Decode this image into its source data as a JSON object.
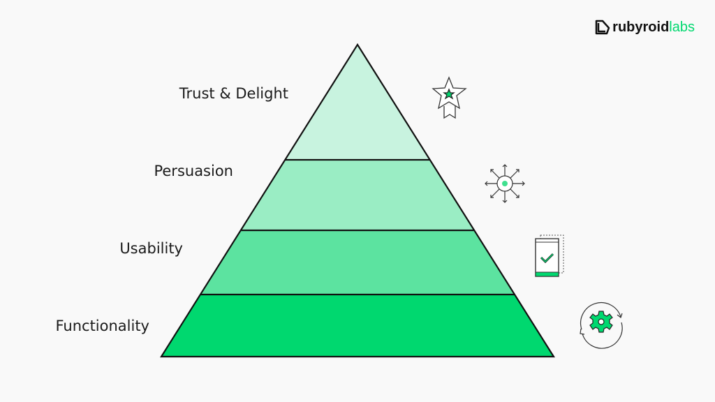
{
  "brand": {
    "name_part1": "rubyroid",
    "name_part2": "labs",
    "accent": "#00d86f"
  },
  "pyramid": {
    "levels": [
      {
        "label": "Trust & Delight",
        "color": "#c8f3df",
        "icon": "award-star-icon"
      },
      {
        "label": "Persuasion",
        "color": "#9aedc4",
        "icon": "radiating-arrows-icon"
      },
      {
        "label": "Usability",
        "color": "#5ce3a0",
        "icon": "mobile-checkmark-icon"
      },
      {
        "label": "Functionality",
        "color": "#00d86f",
        "icon": "gear-cycle-icon"
      }
    ]
  }
}
